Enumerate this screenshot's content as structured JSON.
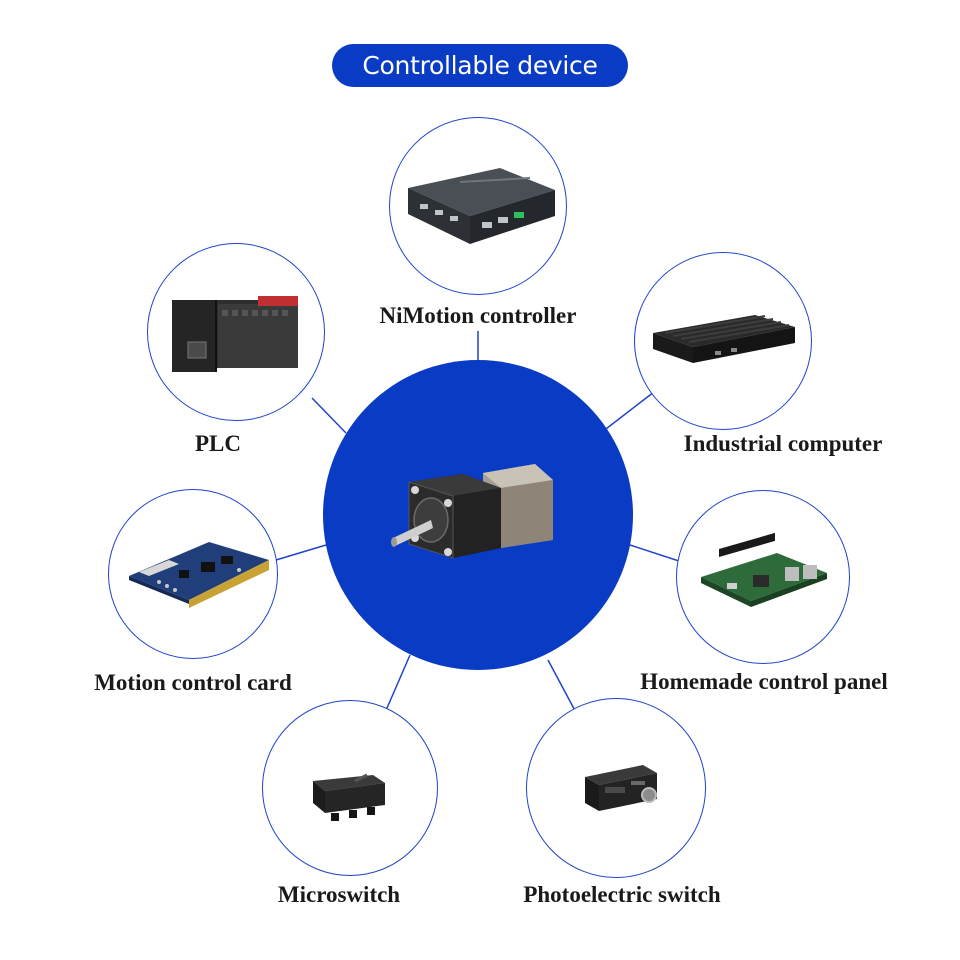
{
  "title": "Controllable device",
  "center": {
    "name": "motor-icon"
  },
  "nodes": [
    {
      "id": "nimotion",
      "label": "NiMotion controller",
      "icon": "controller-box-icon"
    },
    {
      "id": "plc",
      "label": "PLC",
      "icon": "plc-icon"
    },
    {
      "id": "industrial",
      "label": "Industrial computer",
      "icon": "industrial-pc-icon"
    },
    {
      "id": "motioncard",
      "label": "Motion control card",
      "icon": "pcb-card-icon"
    },
    {
      "id": "homemade",
      "label": "Homemade control panel",
      "icon": "single-board-computer-icon"
    },
    {
      "id": "microswitch",
      "label": "Microswitch",
      "icon": "microswitch-icon"
    },
    {
      "id": "photoelectric",
      "label": "Photoelectric switch",
      "icon": "photoelectric-sensor-icon"
    }
  ],
  "colors": {
    "accent": "#0a3bc4",
    "outline": "#1f44c9",
    "label": "#1a1a1a"
  }
}
